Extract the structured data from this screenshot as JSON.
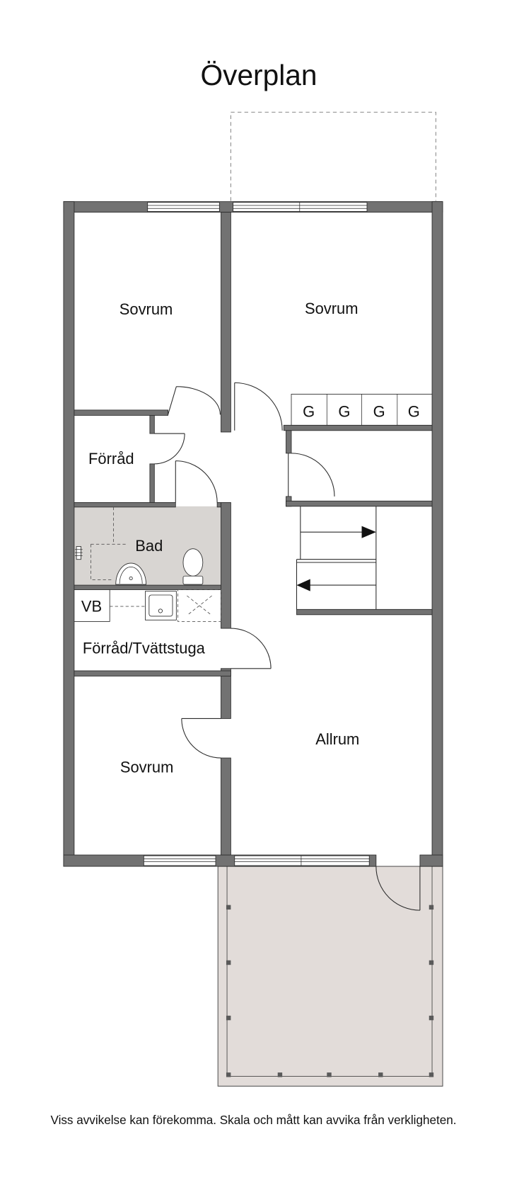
{
  "title": "Överplan",
  "rooms": {
    "sovrum_top_left": "Sovrum",
    "sovrum_top_right": "Sovrum",
    "forrad": "Förråd",
    "bad": "Bad",
    "vb": "VB",
    "forrad_tvattstuga": "Förråd/Tvättstuga",
    "sovrum_bottom": "Sovrum",
    "allrum": "Allrum"
  },
  "closets": [
    "G",
    "G",
    "G",
    "G"
  ],
  "disclaimer": "Viss avvikelse kan förekomma. Skala och mått kan avvika från verkligheten.",
  "colors": {
    "wall": "#727272",
    "outline": "#2b2b2b",
    "bathroom_floor": "#d8d5d2",
    "terrace_floor": "#e2dcd9"
  }
}
